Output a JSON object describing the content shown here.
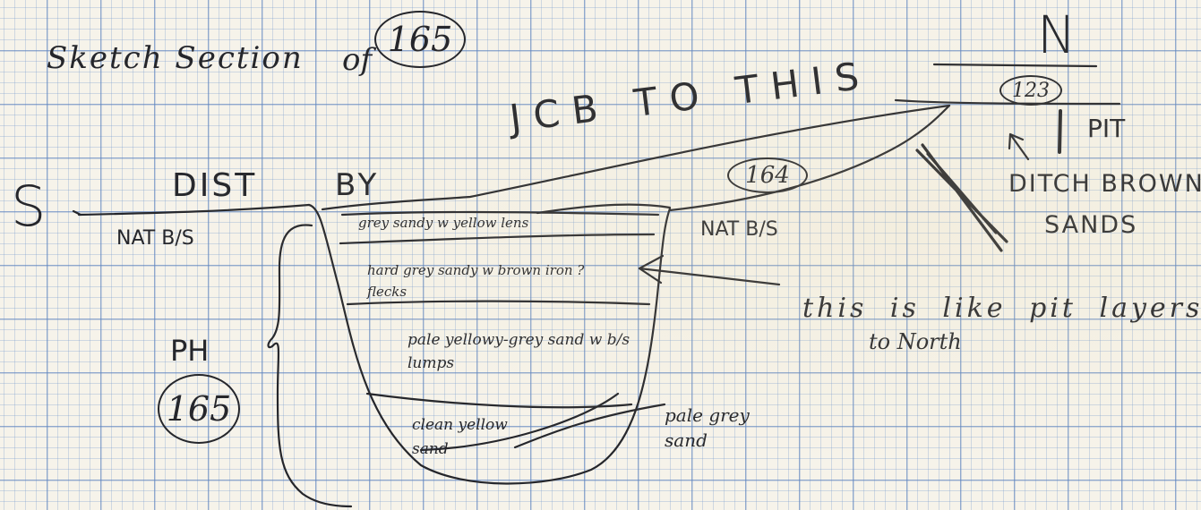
{
  "title": "Sketch Section",
  "title_word": "of",
  "feature_number": "165",
  "north_label": "N",
  "south_label": "S",
  "context_number": "123",
  "context_number_2": "164",
  "annotations": {
    "jcb": "JCB TO THIS",
    "dist": "DIST",
    "by": "BY",
    "pit": "PIT",
    "ditch_line1": "DITCH BROWN",
    "ditch_line2": "SANDS",
    "nat_left": "NAT B/S",
    "nat_right": "NAT B/S",
    "ph": "PH"
  },
  "layers": [
    "grey sandy w yellow lens",
    "hard grey sandy w brown iron ? flecks",
    "pale yellowy-grey sand w b/s lumps",
    "clean yellow sand"
  ],
  "lower_note": "pale grey sand",
  "pit_note_line1": "this is like pit layers",
  "pit_note_line2": "to North"
}
